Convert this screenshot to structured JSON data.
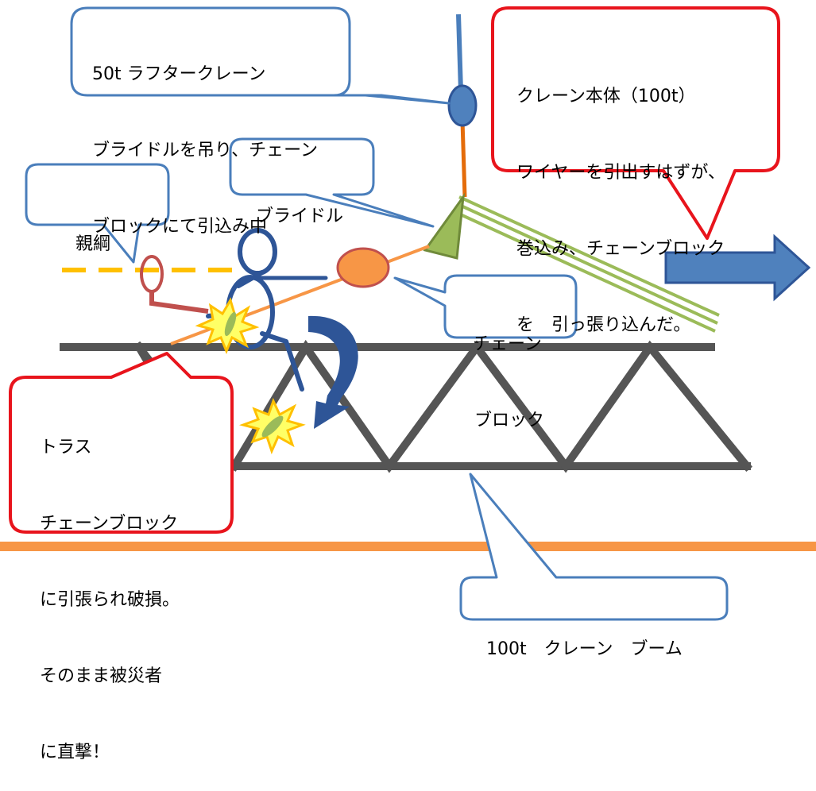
{
  "callouts": {
    "rough_crane": {
      "lines": [
        "50t ラフタークレーン",
        "ブライドルを吊り、チェーン",
        "ブロックにて引込み中"
      ]
    },
    "crane_body": {
      "lines": [
        "クレーン本体（100t）",
        "ワイヤーを引出すはずが、",
        "巻込み、チェーンブロック",
        "を　引っ張り込んだ。"
      ]
    },
    "bridle": {
      "lines": [
        "ブライドル"
      ]
    },
    "main_rope": {
      "lines": [
        "親綱"
      ]
    },
    "chain_block": {
      "lines": [
        "チェーン",
        "ブロック"
      ]
    },
    "truss": {
      "lines": [
        "トラス",
        "チェーンブロック",
        "に引張られ破損。",
        "そのまま被災者",
        "に直撃！"
      ]
    },
    "boom": {
      "lines": [
        "100t　クレーン　ブーム"
      ]
    }
  },
  "colors": {
    "callout_blue_border": "#4a7ebb",
    "callout_red_border": "#e8141c",
    "truss": "#555555",
    "orange": "#f79646",
    "yellow_dash": "#ffc000",
    "green": "#9bbb59",
    "arrow_blue": "#3a6fb0",
    "person": "#2e5597",
    "red_rope": "#c0504d",
    "spark_yellow": "#ffff66"
  }
}
